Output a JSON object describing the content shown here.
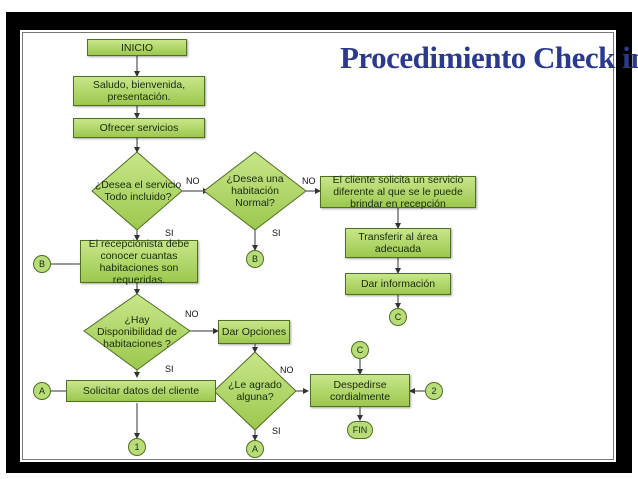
{
  "title": "Procedimiento Check in",
  "nodes": {
    "inicio": "INICIO",
    "saludo": "Saludo, bienvenida, presentación.",
    "ofrecer": "Ofrecer servicios",
    "todo_incluido": "¿Desea el servicio Todo incluido?",
    "hab_normal": "¿Desea una habitación Normal?",
    "servicio_diferente": "El cliente solicita un servicio diferente al que se le puede brindar en recepción",
    "transferir": "Transferir al área adecuada",
    "dar_info": "Dar información",
    "recepcionista": "El recepcionista debe conocer cuantas habitaciones son requeridas.",
    "disponibilidad": "¿Hay Disponibilidad de habitaciones ?",
    "dar_opciones": "Dar Opciones",
    "solicitar": "Solicitar datos del cliente",
    "le_agrado": "¿Le agrado alguna?",
    "despedirse": "Despedirse cordialmente",
    "fin": "FIN"
  },
  "connectors": {
    "b1": "B",
    "b2": "B",
    "c1": "C",
    "c2": "C",
    "a1": "A",
    "a2": "A",
    "one": "1",
    "two": "2"
  },
  "labels": {
    "no1": "NO",
    "si1": "SI",
    "no2": "NO",
    "si2": "SI",
    "no3": "NO",
    "si3": "SI",
    "no4": "NO",
    "si4": "SI"
  }
}
